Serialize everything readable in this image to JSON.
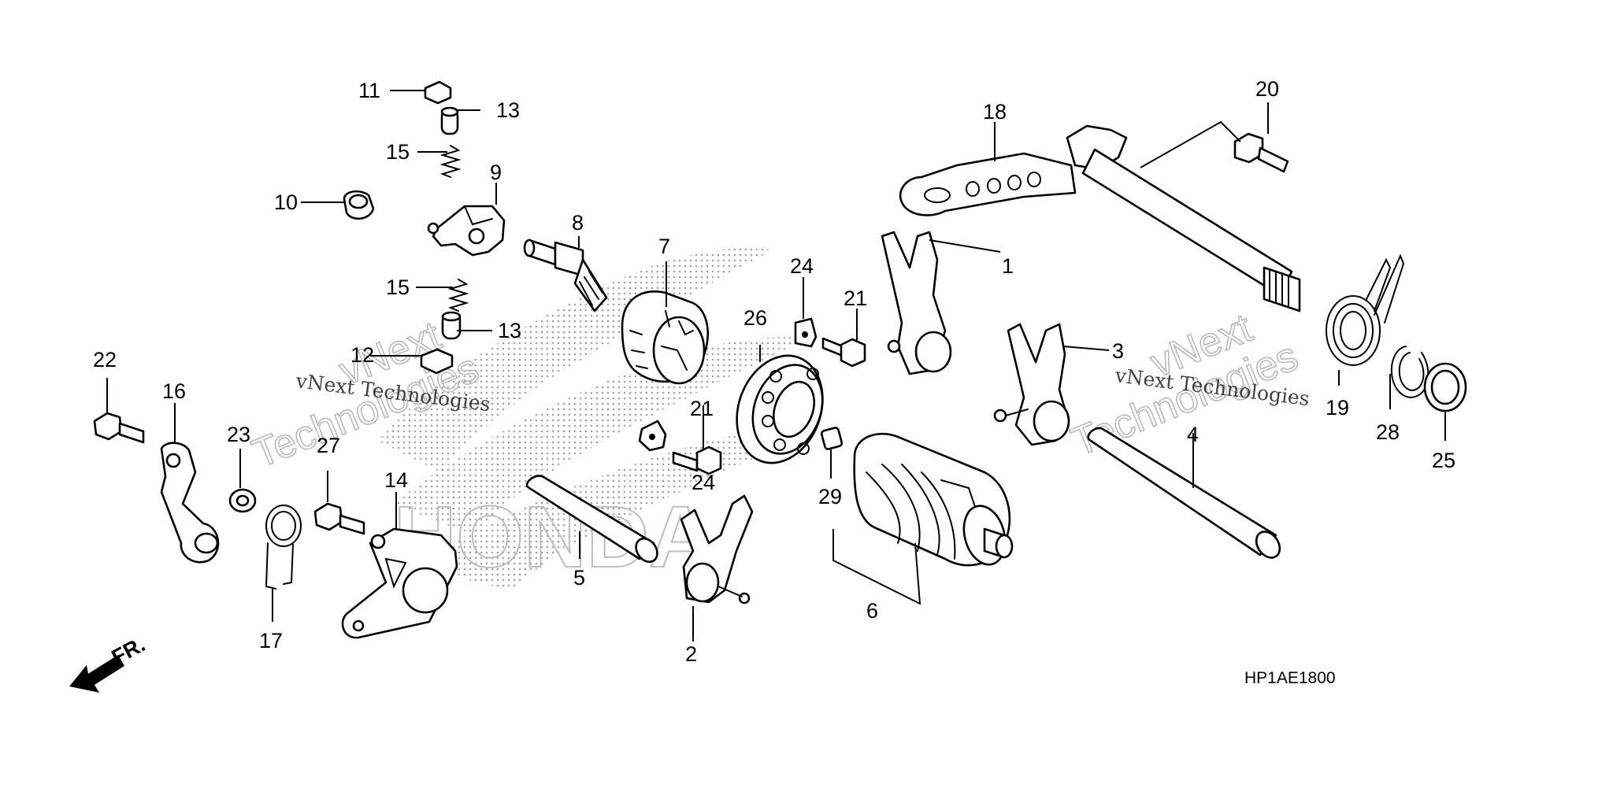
{
  "part_labels": {
    "p1": "1",
    "p2": "2",
    "p3": "3",
    "p4": "4",
    "p5": "5",
    "p6": "6",
    "p7": "7",
    "p8": "8",
    "p9": "9",
    "p10": "10",
    "p11": "11",
    "p12": "12",
    "p13a": "13",
    "p13b": "13",
    "p14": "14",
    "p15a": "15",
    "p15b": "15",
    "p16": "16",
    "p17": "17",
    "p18": "18",
    "p19": "19",
    "p20": "20",
    "p21a": "21",
    "p21b": "21",
    "p22": "22",
    "p23": "23",
    "p24a": "24",
    "p24b": "24",
    "p25": "25",
    "p26": "26",
    "p27": "27",
    "p28": "28",
    "p29": "29"
  },
  "diagram_code": "HP1AE1800",
  "direction_label": "FR.",
  "watermarks": {
    "company_left": "vNext Technologies",
    "company_right": "vNext Technologies",
    "big_vnext_left": "vNext",
    "big_tech_left": "Technologies",
    "big_vnext_right": "vNext",
    "big_tech_right": "Technologies"
  },
  "colors": {
    "line": "#000000",
    "background": "#ffffff",
    "watermark_gray": "#b9b9b9"
  }
}
